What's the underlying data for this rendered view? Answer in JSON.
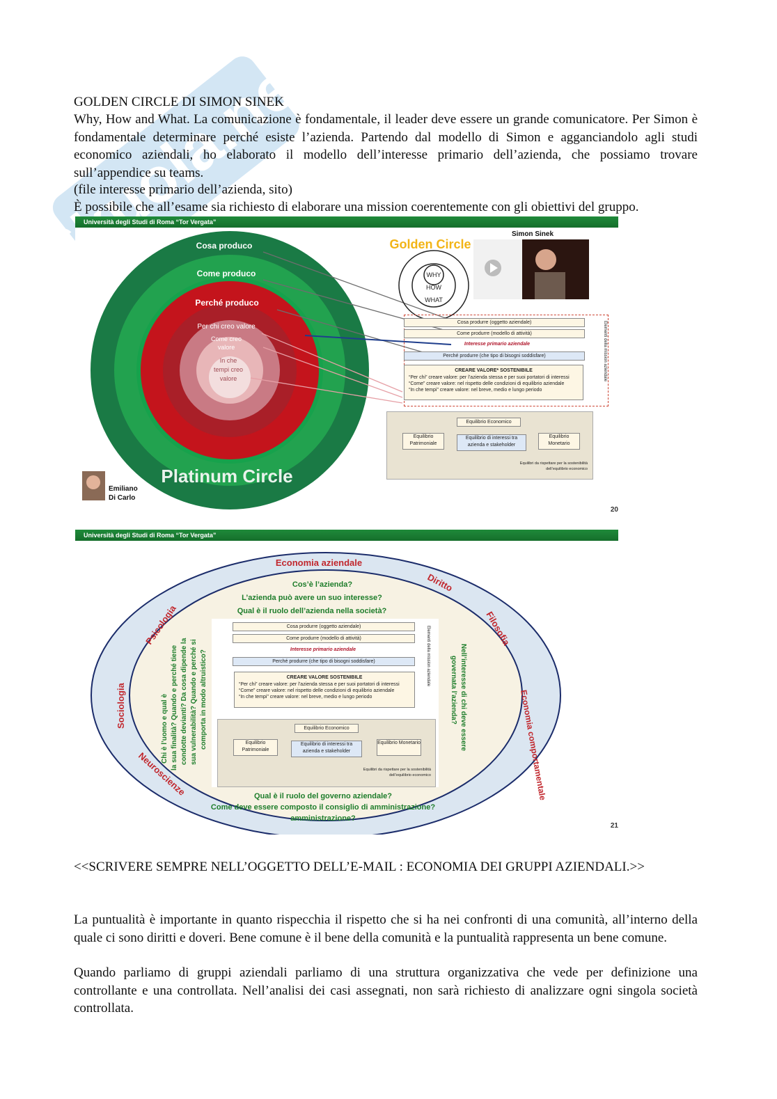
{
  "heading": "GOLDEN CIRCLE DI SIMON SINEK",
  "para1": "Why, How and What. La comunicazione è fondamentale, il leader deve essere un grande comunicatore. Per Simon è fondamentale determinare perché esiste l’azienda. Partendo dal modello di Simon e agganciandolo agli studi economico aziendali, ho elaborato il modello dell’interesse primario dell’azienda, che possiamo trovare sull’appendice su teams.",
  "para2": "(file interesse primario dell’azienda, sito)",
  "para3": "È possibile che all’esame sia richiesto di elaborare una mission coerentemente con gli obiettivi del gruppo.",
  "watermark": "Skuola.net",
  "slide1": {
    "bar": "Università degli Studi di Roma “Tor Vergata”",
    "rings": [
      "Cosa produco",
      "Come produco",
      "Perché produco",
      "Per chi creo valore",
      "Come creo valore",
      "In che tempi creo valore"
    ],
    "platinum": "Platinum Circle",
    "golden_title": "Golden Circle",
    "golden_words": [
      "WHY",
      "HOW",
      "WHAT"
    ],
    "speaker": "Simon Sinek",
    "author_first": "Emiliano",
    "author_last": "Di Carlo",
    "page": "20"
  },
  "flow": {
    "cosa": "Cosa produrre (oggetto aziendale)",
    "come": "Come produrre (modello di attività)",
    "interesse": "Interesse primario aziendale",
    "perche": "Perché produrre (che tipo di bisogni soddisfare)",
    "creare": "CREARE VALORE* SOSTENIBILE",
    "creare2": "CREARE VALORE SOSTENIBILE",
    "bullets": [
      "“Per chi” creare valore: per l’azienda stessa e per suoi portatori di interessi",
      "“Come” creare valore: nel rispetto delle condizioni di equilibrio aziendale",
      "“In che tempi” creare valore: nel breve, medio e lungo periodo"
    ],
    "eq_econ": "Equilibrio Economico",
    "eq_patr": "Equilibrio Patrimoniale",
    "eq_int": "Equilibrio di interessi tra azienda e stakeholder",
    "eq_mon": "Equilibrio Monetario",
    "eq_note": "Equilibri da rispettare per la sostenibilità dell’equilibrio economico",
    "side": "Elementi della mission aziendale"
  },
  "slide2": {
    "bar": "Università degli Studi di Roma “Tor Vergata”",
    "outer": {
      "top": "Economia aziendale",
      "diritto": "Diritto",
      "filosofia": "Filosofia",
      "economia_comp": "Economia comportamentale",
      "neuro": "Neuroscienze",
      "sociologia": "Sociologia",
      "psicologia": "Psicologia"
    },
    "q_top": [
      "Cos’è l’azienda?",
      "L’azienda può avere un suo interesse?",
      "Qual è il ruolo dell’azienda nella società?"
    ],
    "q_left": "Chi è l’uomo e qual è la sua finalità? Quando e perché tiene condotte devianti? Da cosa dipende la sua vulnerabilità? Quando e perché si comporta in modo altruistico?",
    "q_right": "Nell’interesse di chi deve essere governata l’azienda?",
    "q_bottom": [
      "Qual è il ruolo del governo aziendale?",
      "Come deve essere composto il consiglio di amministrazione?"
    ],
    "page": "21"
  },
  "email_note": "<<SCRIVERE SEMPRE NELL’OGGETTO DELL’E-MAIL : ECONOMIA DEI GRUPPI AZIENDALI.>>",
  "para4": "La puntualità è importante in quanto rispecchia il rispetto che si ha nei confronti di una comunità, all’interno della quale ci sono diritti e doveri. Bene comune è il bene della comunità e la puntualità rappresenta un bene comune.",
  "para5": "Quando parliamo di gruppi aziendali parliamo di una struttura organizzativa che vede per definizione una controllante e una controllata. Nell’analisi dei casi assegnati, non sarà richiesto di analizzare ogni singola società controllata."
}
